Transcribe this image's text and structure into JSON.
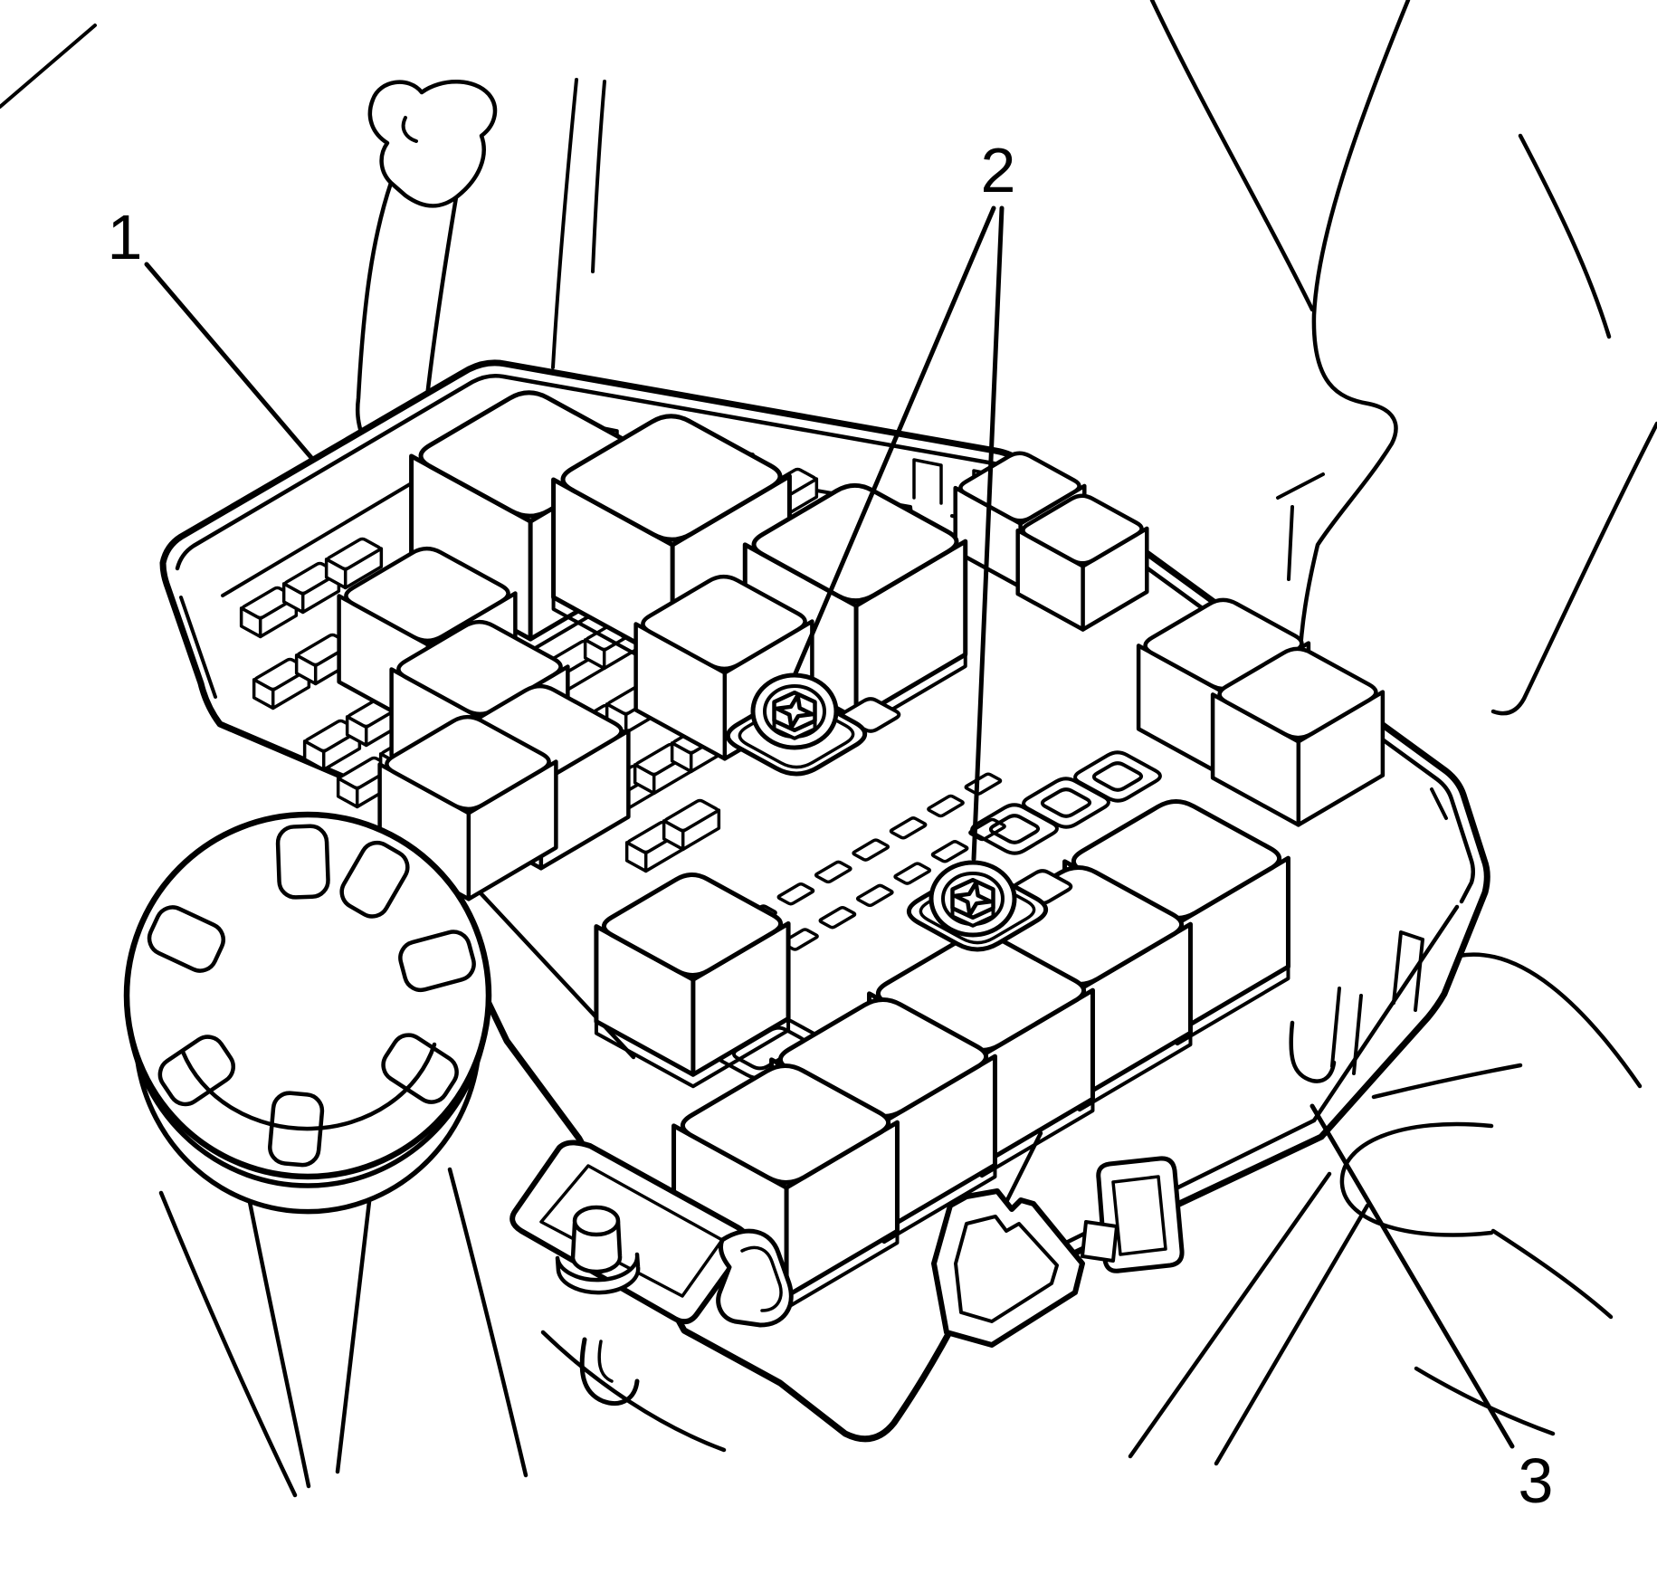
{
  "figure": {
    "kind": "line-art service illustration",
    "subject": "underhood fuse block with relays, attachment screws and bracket",
    "background_color": "#ffffff",
    "line_color": "#000000"
  },
  "callouts": [
    {
      "label": "1"
    },
    {
      "label": "2"
    },
    {
      "label": "3"
    }
  ]
}
